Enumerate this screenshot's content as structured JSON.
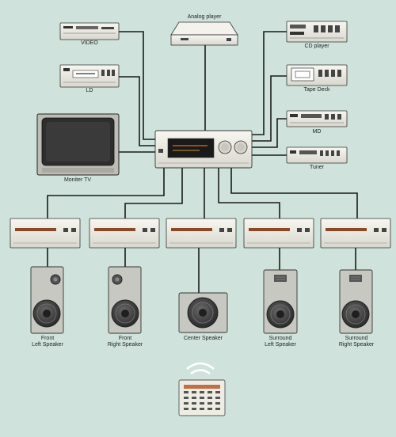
{
  "sources": {
    "video": "VIDEO",
    "ld": "LD",
    "analog": "Analog player",
    "cd": "CD player",
    "tape": "Tape Deck",
    "md": "MD",
    "tuner": "Tuner",
    "tv": "Moniter TV"
  },
  "speakers": {
    "front_left": [
      "Front",
      "Left Speaker"
    ],
    "front_right": [
      "Front",
      "Right Speaker"
    ],
    "center": "Center Speaker",
    "surround_left": [
      "Surround",
      "Left Speaker"
    ],
    "surround_right": [
      "Surround",
      "Right Speaker"
    ]
  },
  "colors": {
    "background": "#cfe3dc",
    "device": "#ecebe3",
    "cable": "#1a1a1a"
  }
}
